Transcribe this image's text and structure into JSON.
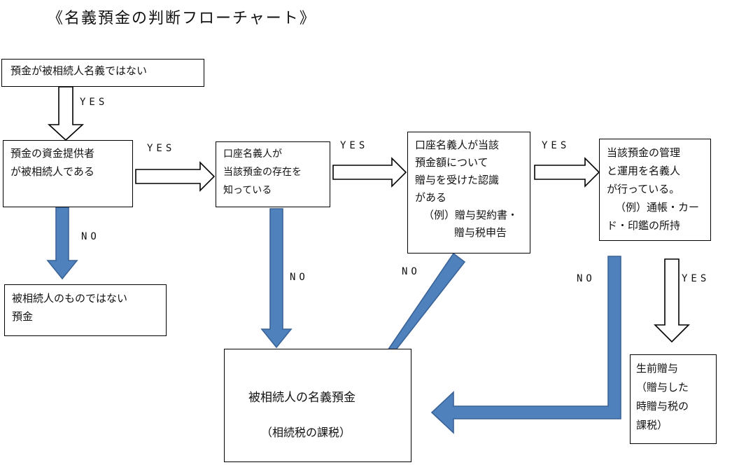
{
  "title": "《名義預金の判断フローチャート》",
  "boxes": {
    "b1": [
      "預金が被相続人名義ではない"
    ],
    "b2": [
      "預金の資金提供者",
      "が被相続人である"
    ],
    "b3": [
      "被相続人のものではない",
      "預金"
    ],
    "b4": [
      "口座名義人が",
      "当該預金の存在を",
      "知っている"
    ],
    "b5": [
      "口座名義人が当該",
      "預金額について",
      "贈与を受けた認識",
      "がある",
      "（例）贈与契約書・",
      "贈与税申告"
    ],
    "b6": [
      "当該預金の管理",
      "と運用を名義人",
      "が行っている。",
      "（例）通帳・カー",
      "ド・印鑑の所持"
    ],
    "b7": [
      "被相続人の名義預金",
      "（相続税の課税）"
    ],
    "b8": [
      "生前贈与",
      "（贈与した",
      "時贈与税の",
      "課税）"
    ]
  },
  "labels": {
    "yes1": "YES",
    "yes2": "YES",
    "yes3": "YES",
    "yes4": "YES",
    "yes5": "YES",
    "no1": "NO",
    "no2": "NO",
    "no3": "NO",
    "no4": "NO"
  },
  "colors": {
    "blue_arrow": "#4f81bd",
    "blue_arrow_edge": "#3a6397",
    "outline": "#000000"
  }
}
